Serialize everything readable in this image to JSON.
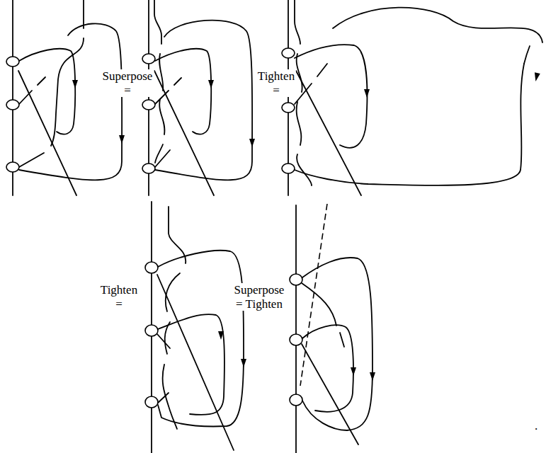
{
  "diagram": {
    "labels": [
      "Superpose =",
      "Tighten =",
      "Tighten =",
      "Superpose = Tighten",
      "."
    ]
  }
}
